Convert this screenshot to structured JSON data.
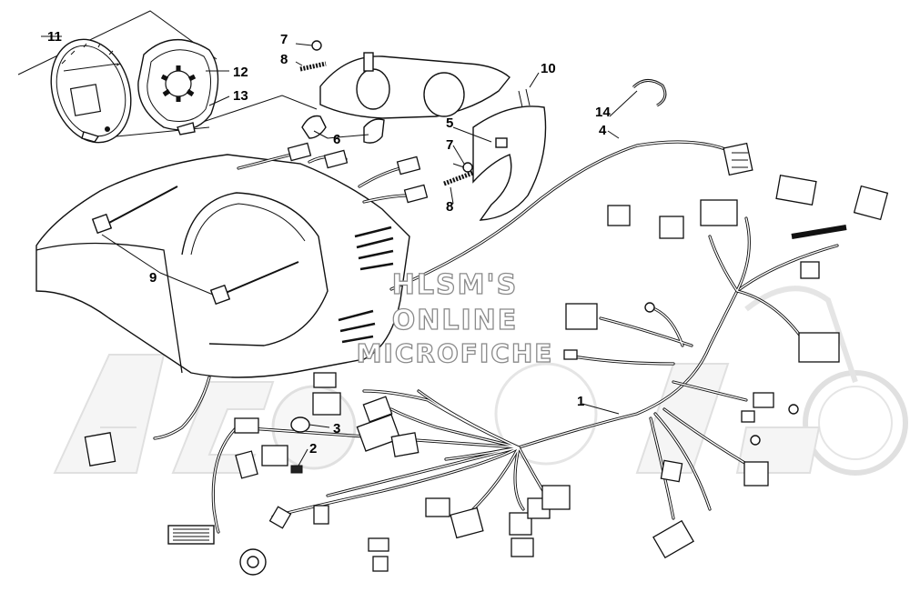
{
  "watermark": {
    "line1": "HLSM'S",
    "line2": "ONLINE",
    "line3": "MICROFICHE",
    "brand_color": "#8a8a8a"
  },
  "callouts": [
    "1",
    "2",
    "3",
    "4",
    "5",
    "6",
    "7",
    "7",
    "8",
    "8",
    "9",
    "10",
    "11",
    "12",
    "13",
    "14"
  ]
}
